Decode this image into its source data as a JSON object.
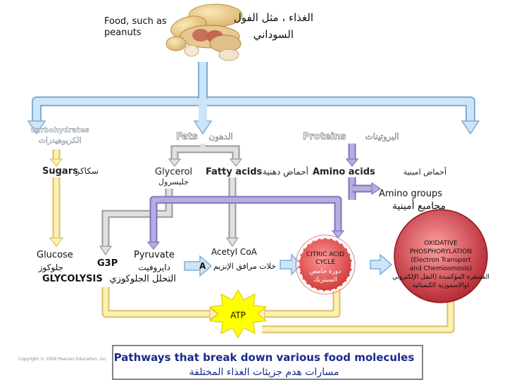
{
  "header": {
    "food_en_line1": "Food, such as",
    "food_en_line2": "peanuts",
    "food_ar_line1": "الغذاء ، مثل الفول",
    "food_ar_line2": "السوداني",
    "food_image": "peanuts-image"
  },
  "categories": {
    "carbohydrates_en": "Carbohydrates",
    "carbohydrates_ar": "الكربوهيدرات",
    "fats_en": "Fats",
    "fats_ar": "الدهون",
    "proteins_en": "Proteins",
    "proteins_ar": "البروتينات"
  },
  "components": {
    "sugars_en": "Sugars",
    "sugars_ar": "سكاكر",
    "glycerol_en": "Glycerol",
    "glycerol_ar": "جليسرول",
    "fatty_acids_en": "Fatty acids",
    "fatty_acids_ar": "أحماض دهنية",
    "amino_acids_en": "Amino acids",
    "amino_acids_ar": "أحماض امينية",
    "amino_groups_en": "Amino groups",
    "amino_groups_ar": "مجاميع أمينية"
  },
  "glycolysis": {
    "glucose_en": "Glucose",
    "glucose_ar": "جلوكوز",
    "g3p": "G3P",
    "pyruvate_en": "Pyruvate",
    "pyruvate_ar": "دايروفيت",
    "label_en": "GLYCOLYSIS",
    "label_ar": "التحلل الجلوكوزي"
  },
  "acetyl": {
    "en_line1": "Acetyl CoA",
    "en_line2": "A",
    "ar": "خلات مرافق الإنزيم"
  },
  "citric": {
    "en_line1": "CITRIC ACID",
    "en_line2": "CYCLE",
    "ar_line1": "دورة حامض",
    "ar_line2": "السيتريك"
  },
  "oxidative": {
    "en_line1": "OXIDATIVE",
    "en_line2": "PHOSPHORYLATION",
    "en_line3": "(Electron Transport",
    "en_line4": "and Chemiosmosis)",
    "ar_line1": "الفسفرة المؤكسدة (النقل الإلكتروني",
    "ar_line2": "والإسموزية الكيميائية)"
  },
  "atp": "ATP",
  "footer": {
    "copyright": "Copyright © 2009 Pearson Education, Inc.",
    "caption_en": "Pathways that break down various food molecules",
    "caption_ar": "مسارات هدم جزيئات الغذاء المختلفة"
  },
  "colors": {
    "carb_arrow": "#fff0b0",
    "carb_arrow_stroke": "#d8c070",
    "fat_arrow": "#e0e0e0",
    "fat_arrow_stroke": "#9a9a9a",
    "protein_arrow": "#b6aede",
    "protein_arrow_stroke": "#7e74bf",
    "main_arrow": "#cfe4f7",
    "main_arrow_stroke": "#7aaed8",
    "atp_burst": "#ffff00",
    "citric_fill": "#e04848",
    "oxidative_fill": "#c02a34"
  }
}
